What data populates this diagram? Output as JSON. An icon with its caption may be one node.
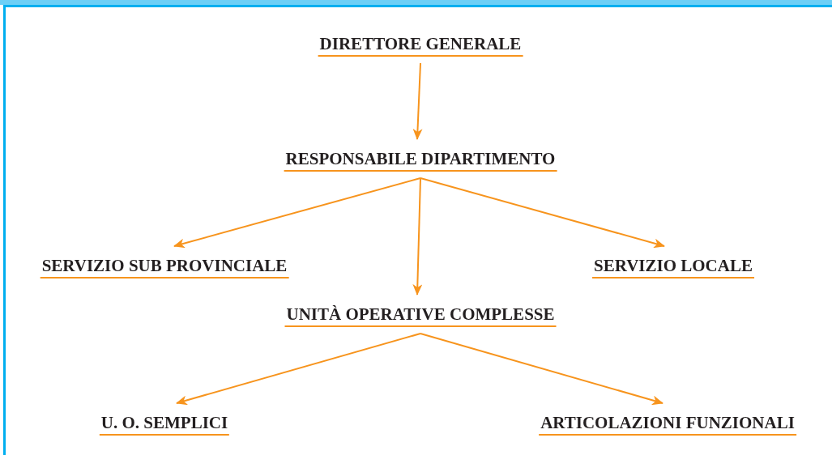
{
  "diagram": {
    "nodes": [
      {
        "text": [
          "DIRETTORE GENERALE"
        ]
      },
      {
        "text": [
          "RESPONSABILE DIPARTIMENTO"
        ]
      },
      {
        "text": [
          "SERVIZIO SUB PROVINCIALE"
        ]
      },
      {
        "text": [
          "SERVIZIO LOCALE"
        ]
      },
      {
        "text": [
          "UNITÀ OPERATIVE COMPLESSE"
        ]
      },
      {
        "text": [
          "U. O. SEMPLICI"
        ]
      },
      {
        "text": [
          "ARTICOLAZIONI FUNZIONALI"
        ]
      }
    ],
    "edges": [
      {
        "from": 0,
        "to": 1,
        "arrow": "to"
      },
      {
        "from": 1,
        "to": 2,
        "arrow": "to"
      },
      {
        "from": 1,
        "to": 4,
        "arrow": "to"
      },
      {
        "from": 1,
        "to": 3,
        "arrow": "to"
      },
      {
        "from": 4,
        "to": 5,
        "arrow": "to"
      },
      {
        "from": 4,
        "to": 6,
        "arrow": "to"
      }
    ]
  }
}
